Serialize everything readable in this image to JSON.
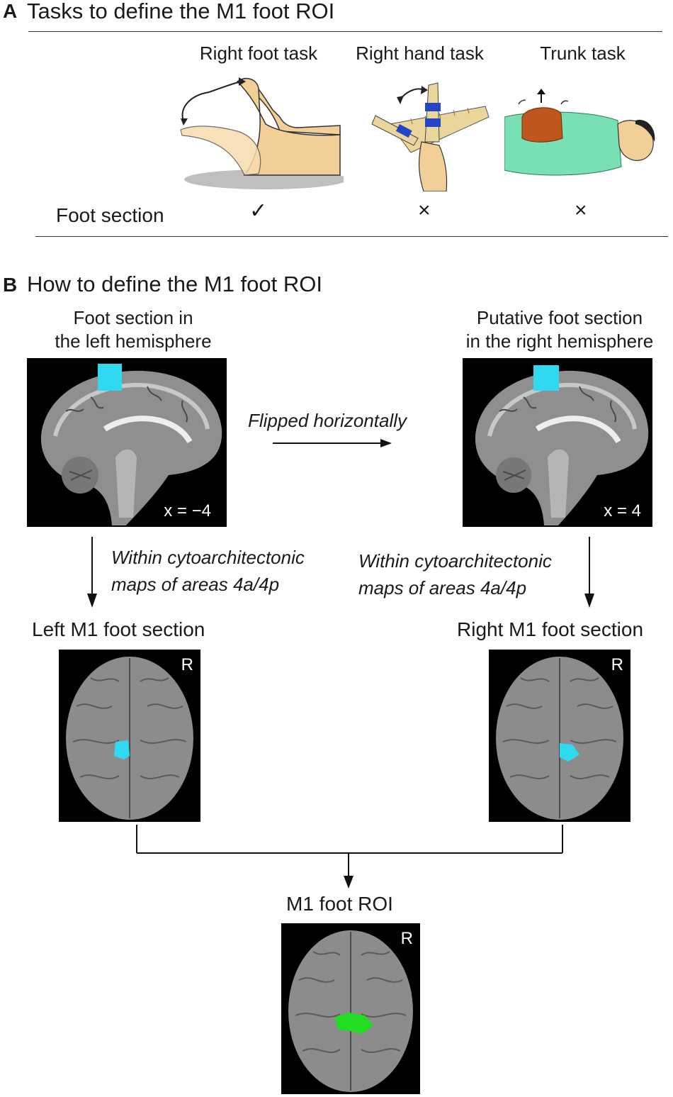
{
  "panelA": {
    "letter": "A",
    "title": "Tasks to define the M1 foot ROI",
    "tasks": [
      "Right foot task",
      "Right hand task",
      "Trunk task"
    ],
    "row_label": "Foot section",
    "marks": [
      "✓",
      "×",
      "×"
    ]
  },
  "panelB": {
    "letter": "B",
    "title": "How to define the M1 foot ROI",
    "left_caption_1": "Foot section in",
    "left_caption_2": "the left hemisphere",
    "right_caption_1": "Putative foot section",
    "right_caption_2": "in the right hemisphere",
    "flip_label": "Flipped horizontally",
    "left_coord": "x = −4",
    "right_coord": "x = 4",
    "within_1": "Within cytoarchitectonic",
    "within_2": "maps of areas 4a/4p",
    "left_m1": "Left M1 foot section",
    "right_m1": "Right M1 foot section",
    "orientation_mark": "R",
    "final_label": "M1 foot ROI"
  },
  "colors": {
    "roi_cyan": "#2fd9f0",
    "roi_green": "#22dd22",
    "foot_skin": "#f2cf97",
    "clamp_wood": "#ead59a",
    "strap_blue": "#2346c8",
    "box_brown": "#c0561e",
    "gown_green": "#79e0b4"
  }
}
